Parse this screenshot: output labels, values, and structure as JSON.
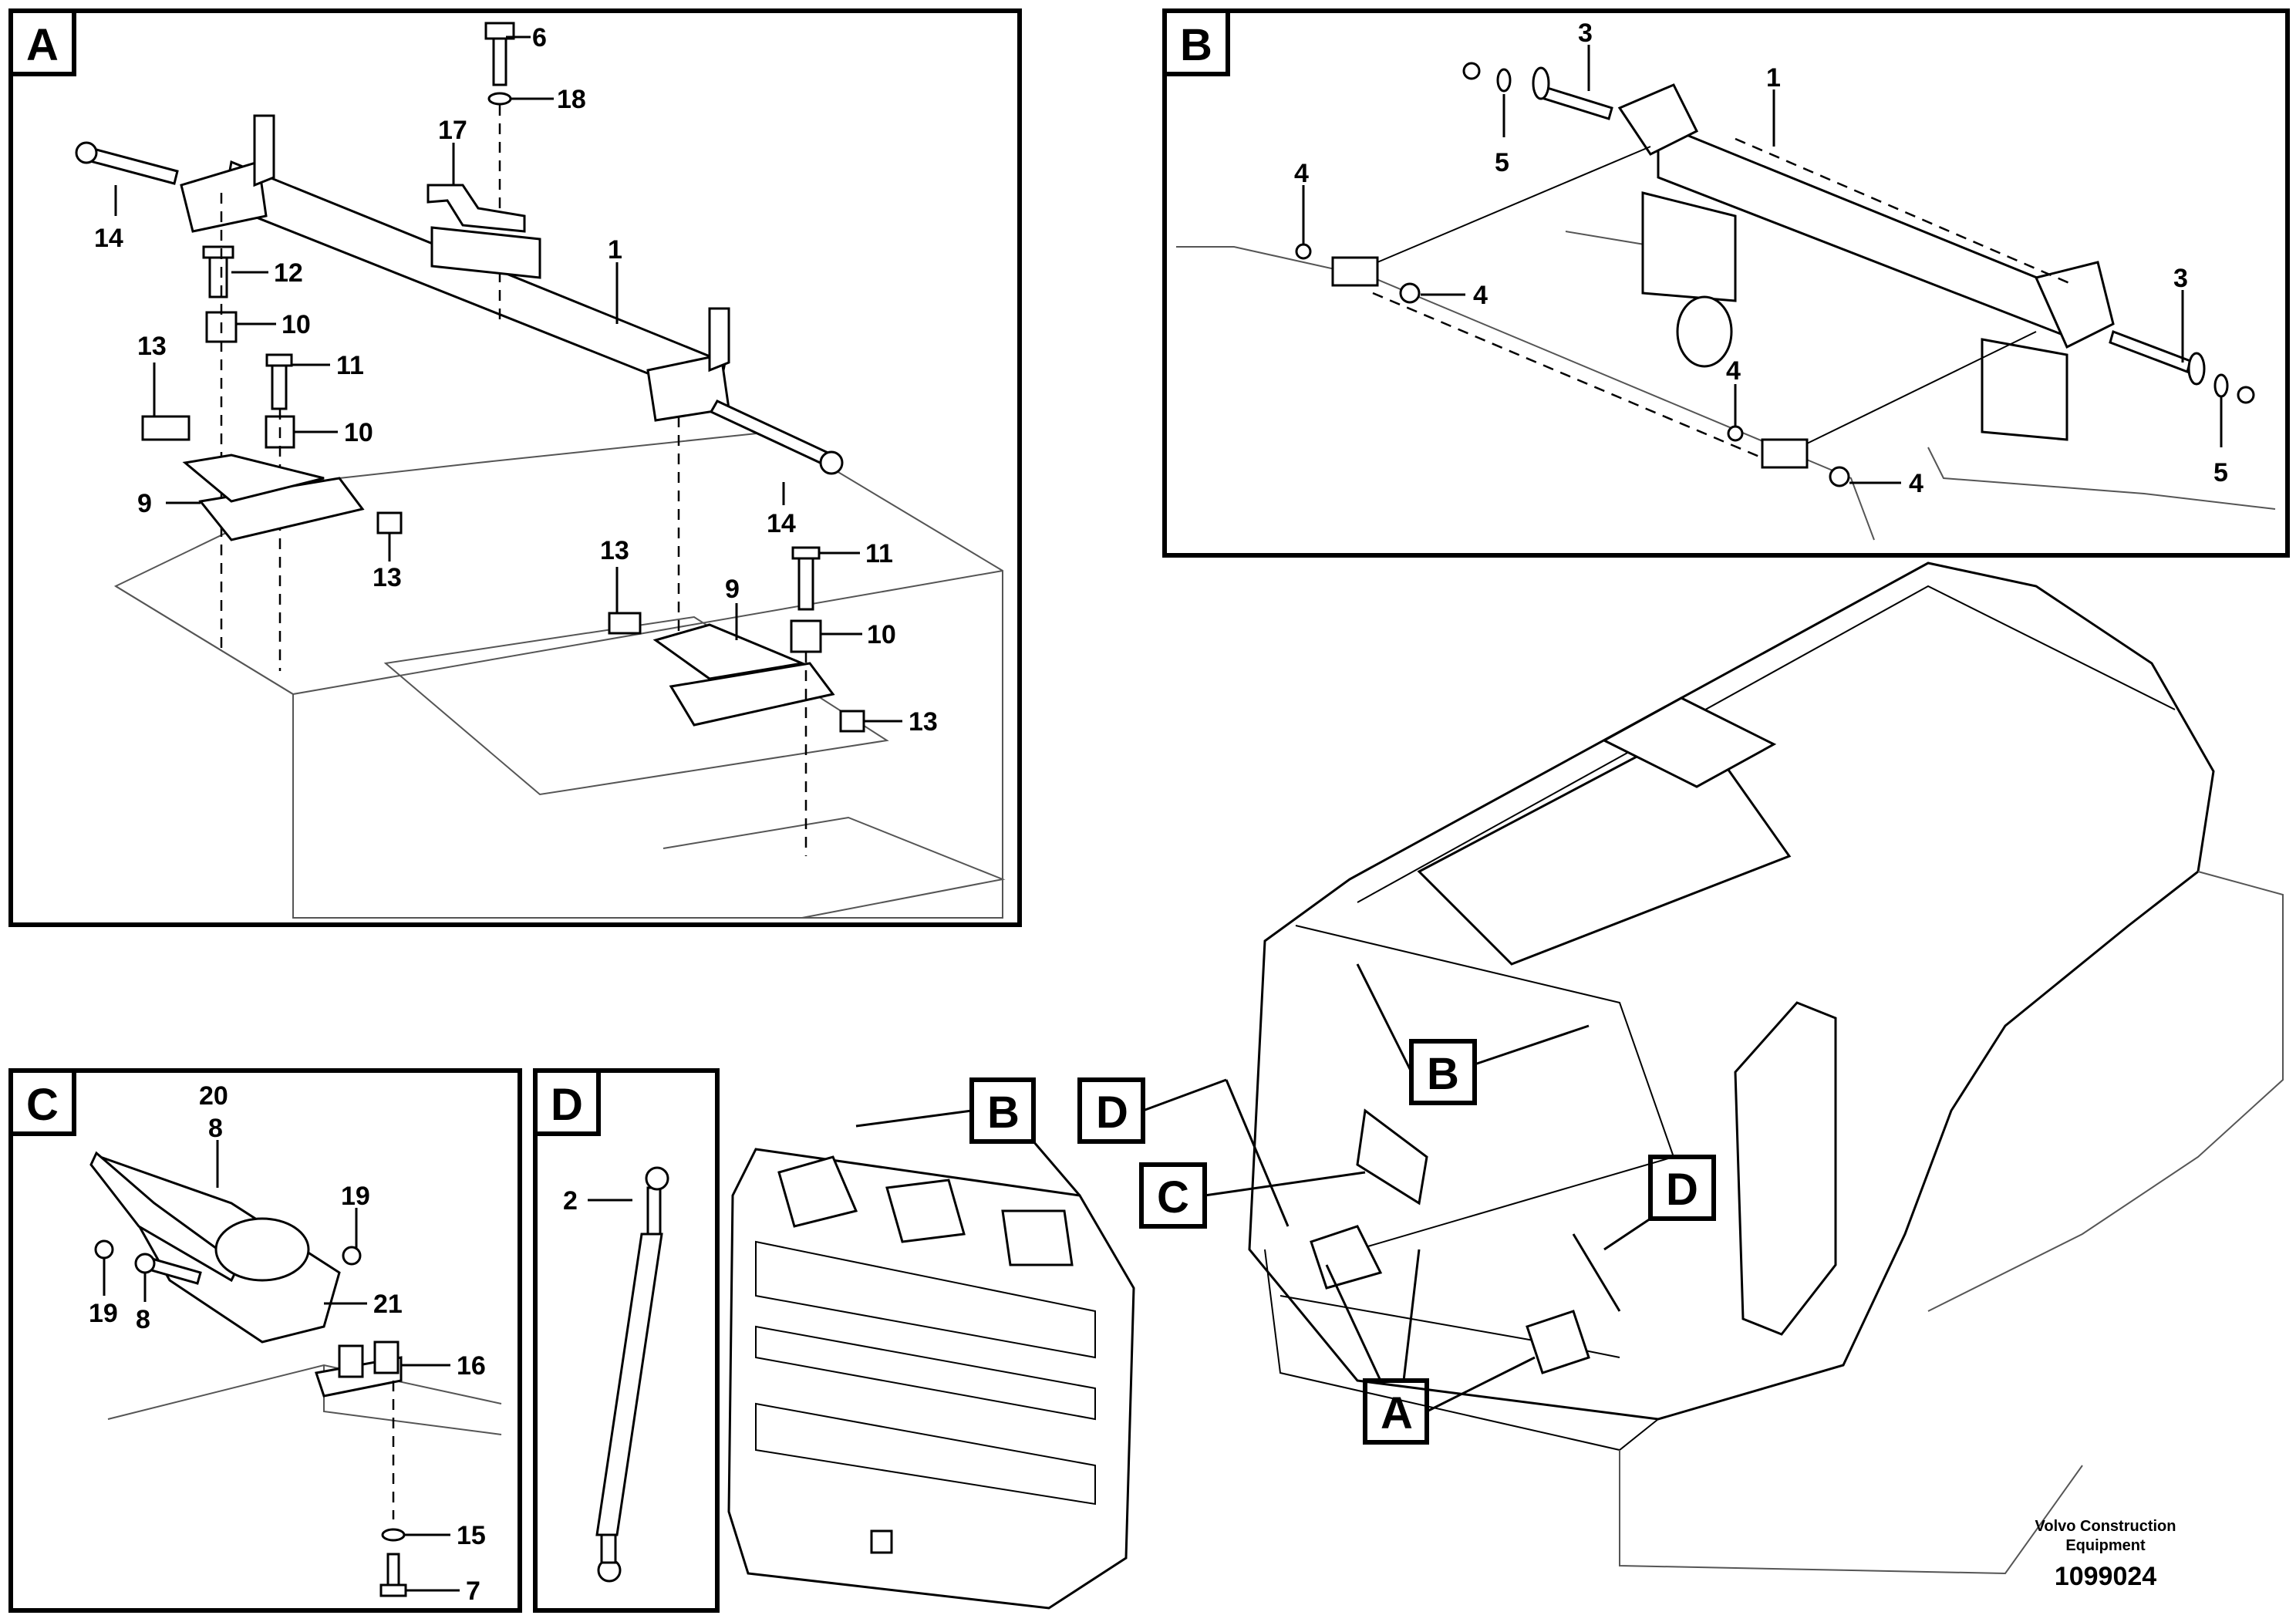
{
  "panel_A": {
    "letter": "A",
    "parts": [
      "6",
      "18",
      "17",
      "14",
      "1",
      "12",
      "10",
      "11",
      "13",
      "10",
      "9",
      "13",
      "14",
      "13",
      "11",
      "9",
      "10",
      "13"
    ]
  },
  "panel_B": {
    "letter": "B",
    "parts": [
      "3",
      "1",
      "5",
      "4",
      "4",
      "3",
      "4",
      "4",
      "5"
    ]
  },
  "panel_C": {
    "letter": "C",
    "parts": [
      "20",
      "8",
      "19",
      "19",
      "8",
      "21",
      "16",
      "15",
      "7"
    ]
  },
  "panel_D": {
    "letter": "D",
    "parts": [
      "2"
    ]
  },
  "overview_callouts": [
    "B",
    "D",
    "C",
    "D",
    "B",
    "A"
  ],
  "footer": {
    "line1": "Volvo Construction",
    "line2": "Equipment",
    "figure_number": "1099024"
  }
}
